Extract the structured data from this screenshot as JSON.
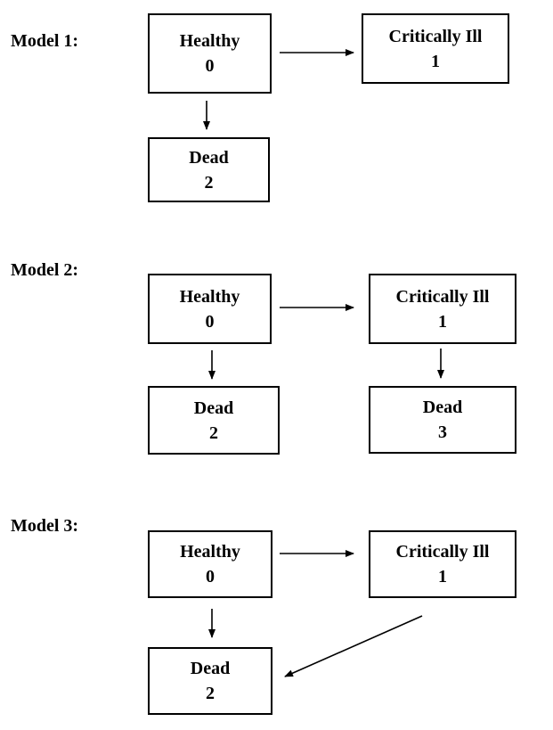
{
  "colors": {
    "line": "#000000",
    "background": "#ffffff"
  },
  "models": [
    {
      "label": "Model 1:",
      "states": [
        {
          "name": "Healthy",
          "number": "0"
        },
        {
          "name": "Critically Ill",
          "number": "1"
        },
        {
          "name": "Dead",
          "number": "2"
        }
      ],
      "transitions": [
        {
          "from": "0",
          "to": "1"
        },
        {
          "from": "0",
          "to": "2"
        }
      ]
    },
    {
      "label": "Model 2:",
      "states": [
        {
          "name": "Healthy",
          "number": "0"
        },
        {
          "name": "Critically Ill",
          "number": "1"
        },
        {
          "name": "Dead",
          "number": "2"
        },
        {
          "name": "Dead",
          "number": "3"
        }
      ],
      "transitions": [
        {
          "from": "0",
          "to": "1"
        },
        {
          "from": "0",
          "to": "2"
        },
        {
          "from": "1",
          "to": "3"
        }
      ]
    },
    {
      "label": "Model 3:",
      "states": [
        {
          "name": "Healthy",
          "number": "0"
        },
        {
          "name": "Critically Ill",
          "number": "1"
        },
        {
          "name": "Dead",
          "number": "2"
        }
      ],
      "transitions": [
        {
          "from": "0",
          "to": "1"
        },
        {
          "from": "0",
          "to": "2"
        },
        {
          "from": "1",
          "to": "2"
        }
      ]
    }
  ]
}
